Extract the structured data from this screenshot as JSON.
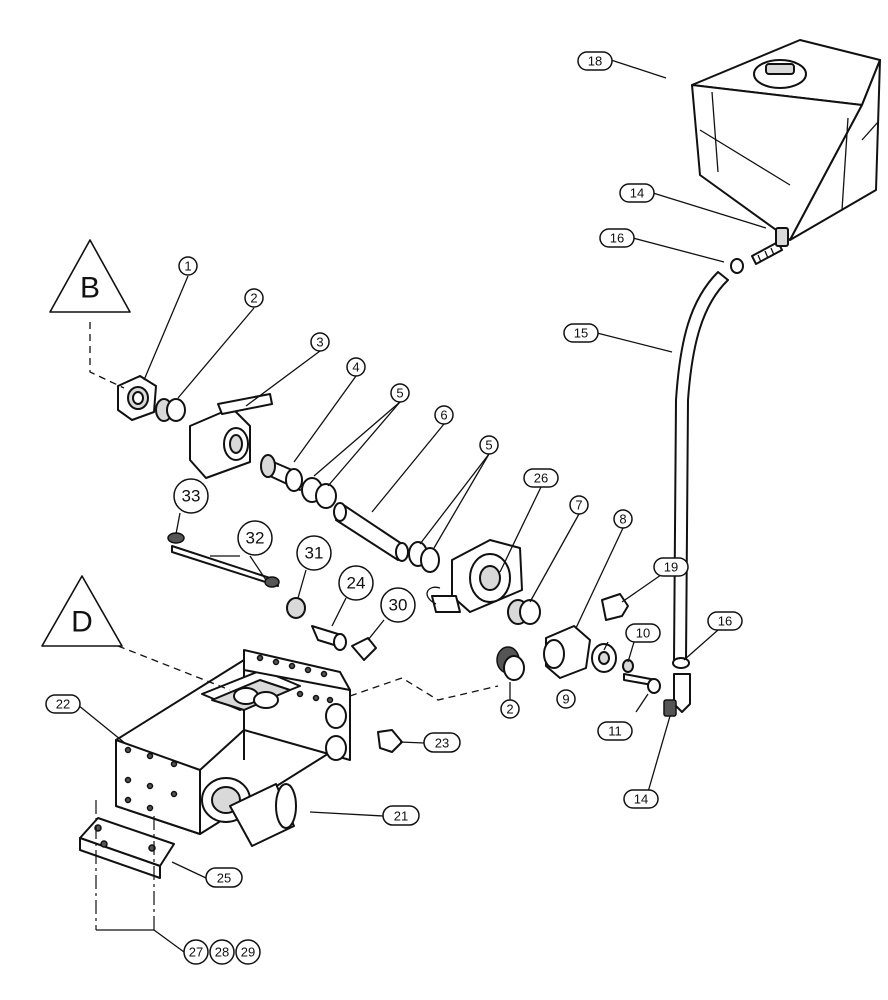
{
  "callouts": {
    "tank": "18",
    "elbow_top": "14",
    "oring_top": "16",
    "hose": "15",
    "adapter": "1",
    "nipple_top": "2",
    "ball_valve": "3",
    "hose_barb": "4",
    "clamp_left": "5",
    "hose_short": "6",
    "clamp_right": "5",
    "strainer": "26",
    "nipple_mid": "7",
    "tee": "8",
    "plug": "19",
    "reducer": "9",
    "bushing": "10",
    "drain_valve": "11",
    "oring_right": "16",
    "elbow_bottom": "14",
    "nipple_lower": "2",
    "screw": "33",
    "rod": "32",
    "fitting_31": "31",
    "coupling": "24",
    "elbow_30": "30",
    "breather": "23",
    "pump": "22",
    "pto_shaft": "21",
    "mount": "25",
    "bolt": "27",
    "washer": "28",
    "nut": "29"
  },
  "view_refs": {
    "ref_b": "B",
    "ref_d": "D"
  }
}
